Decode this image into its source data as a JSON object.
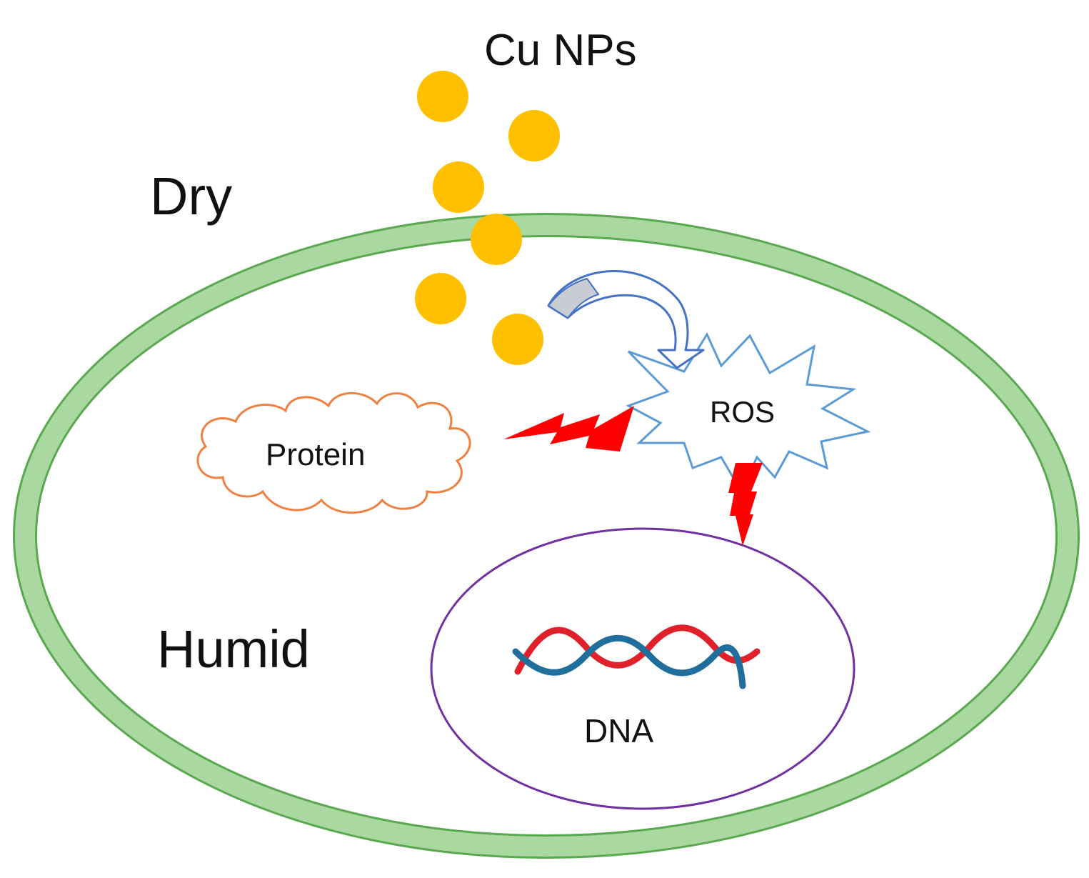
{
  "labels": {
    "nanoparticles": "Cu NPs",
    "outside_condition": "Dry",
    "inside_condition": "Humid",
    "protein": "Protein",
    "ros": "ROS",
    "dna": "DNA"
  },
  "colors": {
    "cell_wall": "#a9d8a0",
    "cell_wall_outline": "#5aa84f",
    "nanoparticle": "#ffc000",
    "protein_outline": "#f08040",
    "ros_outline": "#5b9bd5",
    "nucleus_outline": "#7030a0",
    "damage_bolt": "#ff0000",
    "curved_arrow_fill": "#c9cdd3",
    "curved_arrow_outline": "#4472c4",
    "dna_strand_1": "#e0202a",
    "dna_strand_2": "#1f6e9c"
  },
  "icons": {
    "damage": "lightning-bolt-icon",
    "ros": "starburst-icon",
    "protein": "cloud-icon",
    "dna": "double-helix-icon"
  }
}
